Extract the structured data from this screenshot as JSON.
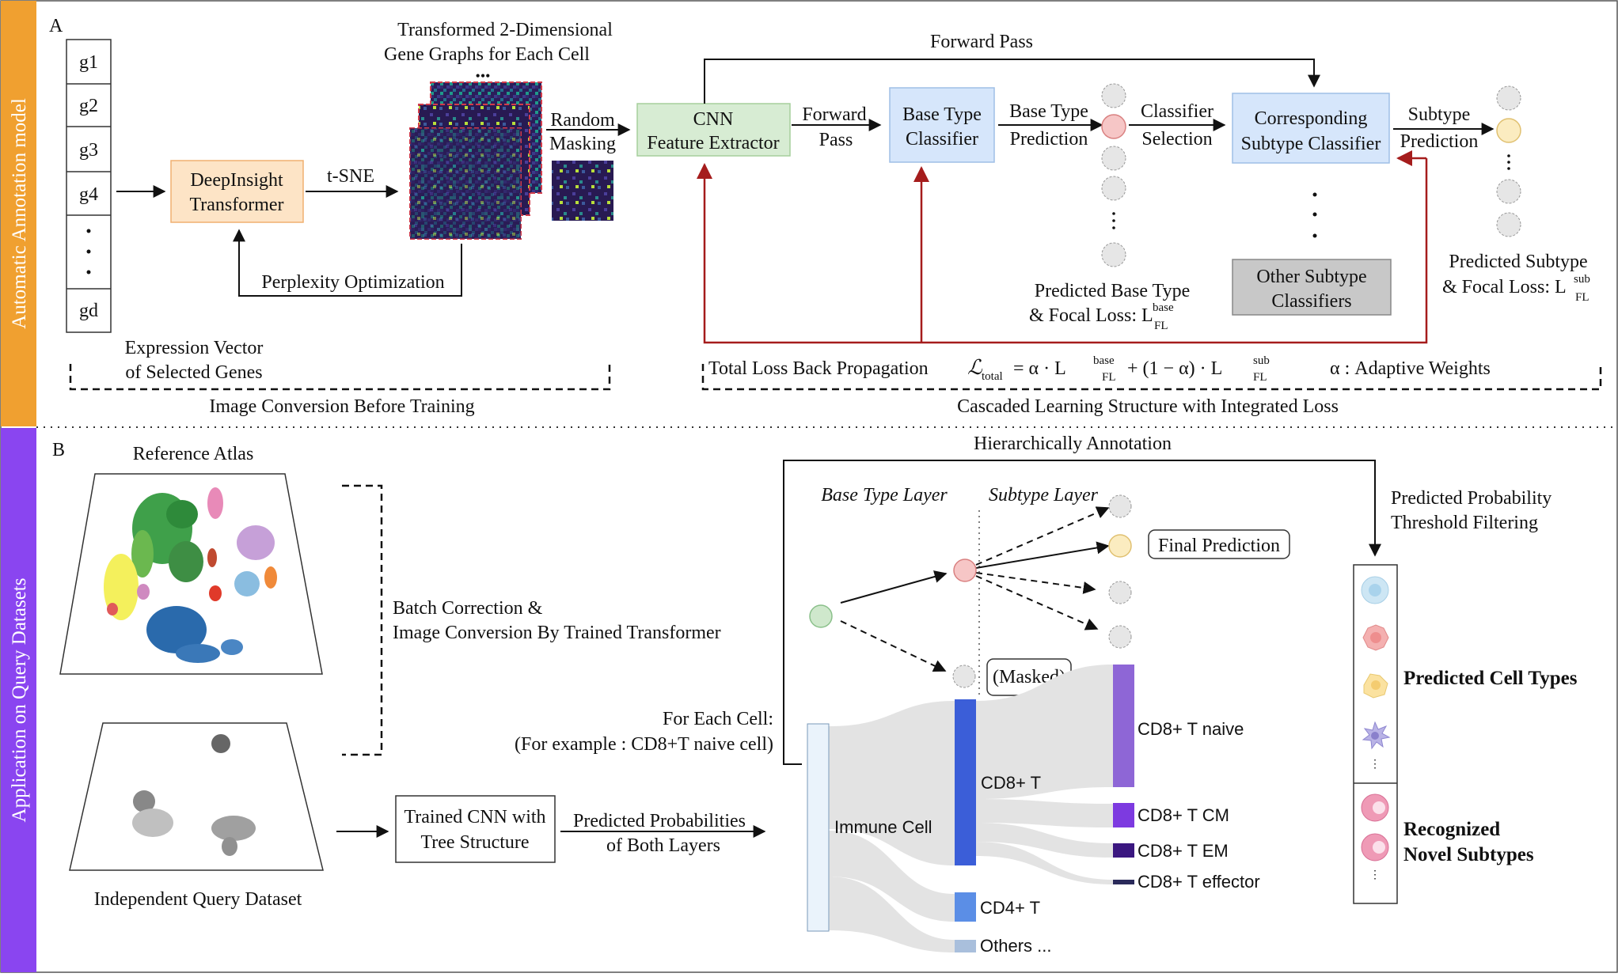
{
  "panel_a": {
    "letter": "A",
    "side_label": "Automatic Annotation model",
    "gene_vector": [
      "g1",
      "g2",
      "g3",
      "g4",
      "•\n•\n•",
      "gd"
    ],
    "gene_vector_caption": [
      "Expression Vector",
      "of Selected Genes"
    ],
    "deepinsight": [
      "DeepInsight",
      "Transformer"
    ],
    "tsne": "t-SNE",
    "perplexity": "Perplexity Optimization",
    "graphs_title": [
      "Transformed 2-Dimensional",
      "Gene Graphs for Each Cell"
    ],
    "ellipsis": "•••",
    "random_masking": [
      "Random",
      "Masking"
    ],
    "cnn": [
      "CNN",
      "Feature Extractor"
    ],
    "forward_pass_top": "Forward Pass",
    "forward_pass": [
      "Forward",
      "Pass"
    ],
    "base_classifier": [
      "Base Type",
      "Classifier"
    ],
    "base_prediction": [
      "Base Type",
      "Prediction"
    ],
    "classifier_selection": [
      "Classifier",
      "Selection"
    ],
    "subtype_classifier": [
      "Corresponding",
      "Subtype Classifier"
    ],
    "subtype_prediction": [
      "Subtype",
      "Prediction"
    ],
    "other_classifiers": [
      "Other Subtype",
      "Classifiers"
    ],
    "pred_base_caption": [
      "Predicted Base Type",
      "& Focal Loss: L",
      "FL",
      "base"
    ],
    "pred_sub_caption": [
      "Predicted Subtype",
      "& Focal Loss: L",
      "FL",
      "sub"
    ],
    "total_loss_label": "Total Loss Back Propagation",
    "total_loss_formula": "ℒtotal = α · Lᶠᴸbase + (1 − α) · Lᶠᴸsub",
    "formula_parts": [
      "ℒ",
      "total",
      "= α · L",
      "FL",
      "base",
      "+ (1 − α) · L",
      "FL",
      "sub"
    ],
    "adaptive_weights": "α : Adaptive Weights",
    "section_left": "Image Conversion Before Training",
    "section_right": "Cascaded Learning Structure with Integrated Loss"
  },
  "panel_b": {
    "letter": "B",
    "side_label": "Application on Query Datasets",
    "reference_atlas": "Reference Atlas",
    "query_dataset": "Independent Query Dataset",
    "batch_correction": [
      "Batch Correction  &",
      "Image Conversion By Trained Transformer"
    ],
    "for_each_cell": [
      "For Each Cell:",
      "(For example : CD8+T naive cell)"
    ],
    "trained_cnn": [
      "Trained CNN with",
      "Tree Structure"
    ],
    "predicted_probs": [
      "Predicted Probabilities",
      "of Both Layers"
    ],
    "hierarchical": "Hierarchically Annotation",
    "base_layer": "Base Type Layer",
    "subtype_layer": "Subtype Layer",
    "final_prediction": "Final Prediction",
    "masked": "(Masked)",
    "threshold": [
      "Predicted Probability",
      "Threshold Filtering"
    ],
    "predicted_cell_types": "Predicted Cell Types",
    "novel_subtypes": [
      "Recognized",
      "Novel Subtypes"
    ],
    "sankey_nodes": [
      "Immune Cell",
      "CD8+ T",
      "CD4+ T",
      "Others ...",
      "CD8+ T naive",
      "CD8+ T CM",
      "CD8+ T EM",
      "CD8+ T effector"
    ],
    "colors": {
      "immune": "#eaf3fb",
      "cd8t": "#3b5ed8",
      "cd4t": "#5b8ee6",
      "others": "#a9bfdc",
      "naive": "#8e66d6",
      "cm": "#7d3ae0",
      "em": "#3b1780",
      "effector": "#2a2a5a",
      "flow": "#e3e3e3"
    }
  },
  "colors": {
    "panel_a_bar": "#f0a030",
    "panel_b_bar": "#8a45f0",
    "deepinsight_fill": "#fde4c6",
    "deepinsight_stroke": "#f0b070",
    "cnn_fill": "#d7ecd3",
    "cnn_stroke": "#a5cf9c",
    "classifier_fill": "#d6e6fb",
    "classifier_stroke": "#9fbfe6",
    "other_fill": "#c8c8c8",
    "feedback_arrow": "#a51c1c",
    "base_node": "#f6c6c6",
    "subtype_node": "#fbecc0",
    "root_node": "#cfe8cc",
    "grey_node": "#e6e6e6"
  }
}
